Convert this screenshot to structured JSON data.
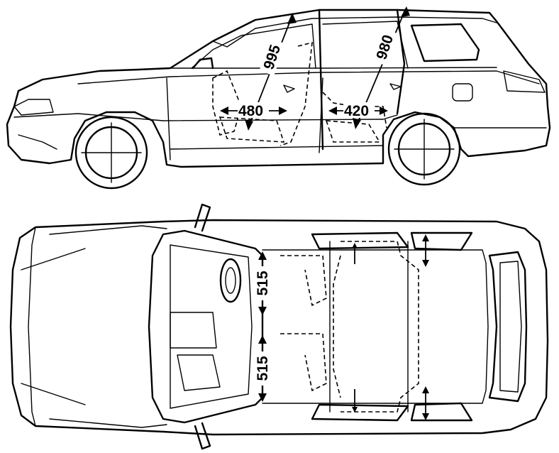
{
  "dimensions": {
    "side_front_headroom": "995",
    "side_rear_headroom": "980",
    "side_front_legroom": "480",
    "side_rear_legroom": "420",
    "top_upper_shoulder": "515",
    "top_lower_shoulder": "515"
  }
}
